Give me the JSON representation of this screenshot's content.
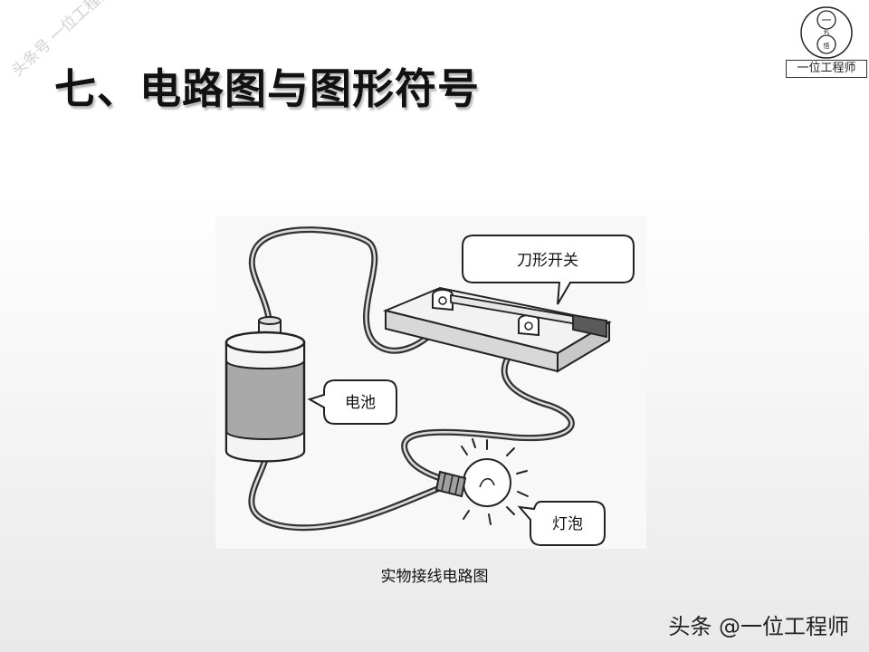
{
  "slide": {
    "title": "七、电路图与图形符号",
    "caption": "实物接线电路图"
  },
  "illustration": {
    "label_switch": "刀形开关",
    "label_battery": "电池",
    "label_bulb": "灯泡"
  },
  "logo": {
    "text": "一位工程师",
    "circle_top": "一",
    "circle_mid": "ち",
    "circle_bottom": "悟"
  },
  "watermarks": {
    "top_left": "头条号 一位工程师",
    "bottom_right": "头条 @一位工程师"
  },
  "colors": {
    "battery_body": "#a9a9a9",
    "bulb_base": "#a0a0a0",
    "switch_handle": "#5a5a5a"
  }
}
